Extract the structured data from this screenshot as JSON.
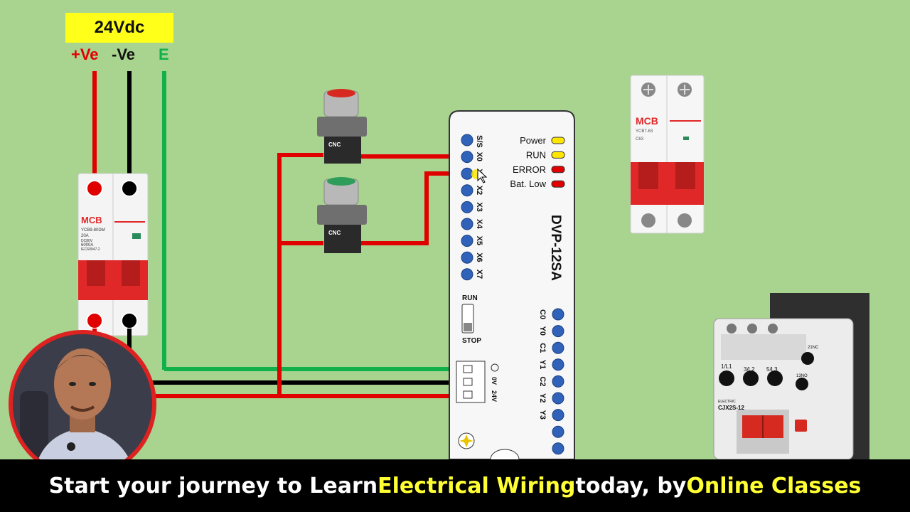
{
  "supply": {
    "title": "24Vdc",
    "pos": "+Ve",
    "neg": "-Ve",
    "earth": "E"
  },
  "mcb_left": {
    "brand": "MCB",
    "model": "YCB9-80DM",
    "rating": "20A",
    "type": "DC80V",
    "breaking": "6000A",
    "standard": "IEC60947-2"
  },
  "mcb_right": {
    "brand": "MCB",
    "model": "YCB7-63",
    "rating": "C63"
  },
  "push_buttons": [
    {
      "brand": "CNC",
      "color": "red"
    },
    {
      "brand": "CNC",
      "color": "green"
    }
  ],
  "plc": {
    "model": "DVP-12SA",
    "inputs": [
      "S/S",
      "X0",
      "X1",
      "X2",
      "X3",
      "X4",
      "X5",
      "X6",
      "X7"
    ],
    "indicators": [
      {
        "label": "Power",
        "color": "#ffe600"
      },
      {
        "label": "RUN",
        "color": "#ffe600"
      },
      {
        "label": "ERROR",
        "color": "#e00000"
      },
      {
        "label": "Bat. Low",
        "color": "#e00000"
      }
    ],
    "switch_run": "RUN",
    "switch_stop": "STOP",
    "outputs": [
      "C0",
      "Y0",
      "C1",
      "Y1",
      "C2",
      "Y2",
      "Y3"
    ],
    "power_terminals": [
      "0V",
      "24V"
    ]
  },
  "contactor": {
    "brand": "ELECTRIC",
    "model": "CJX2S-12",
    "terminals": [
      "1/L1",
      "3/L2",
      "5/L3"
    ],
    "aux": [
      "21NC",
      "13NO"
    ]
  },
  "banner": {
    "part1": "Start your journey to Learn ",
    "part2": "Electrical Wiring",
    "part3": " today, by ",
    "part4": "Online Classes"
  }
}
